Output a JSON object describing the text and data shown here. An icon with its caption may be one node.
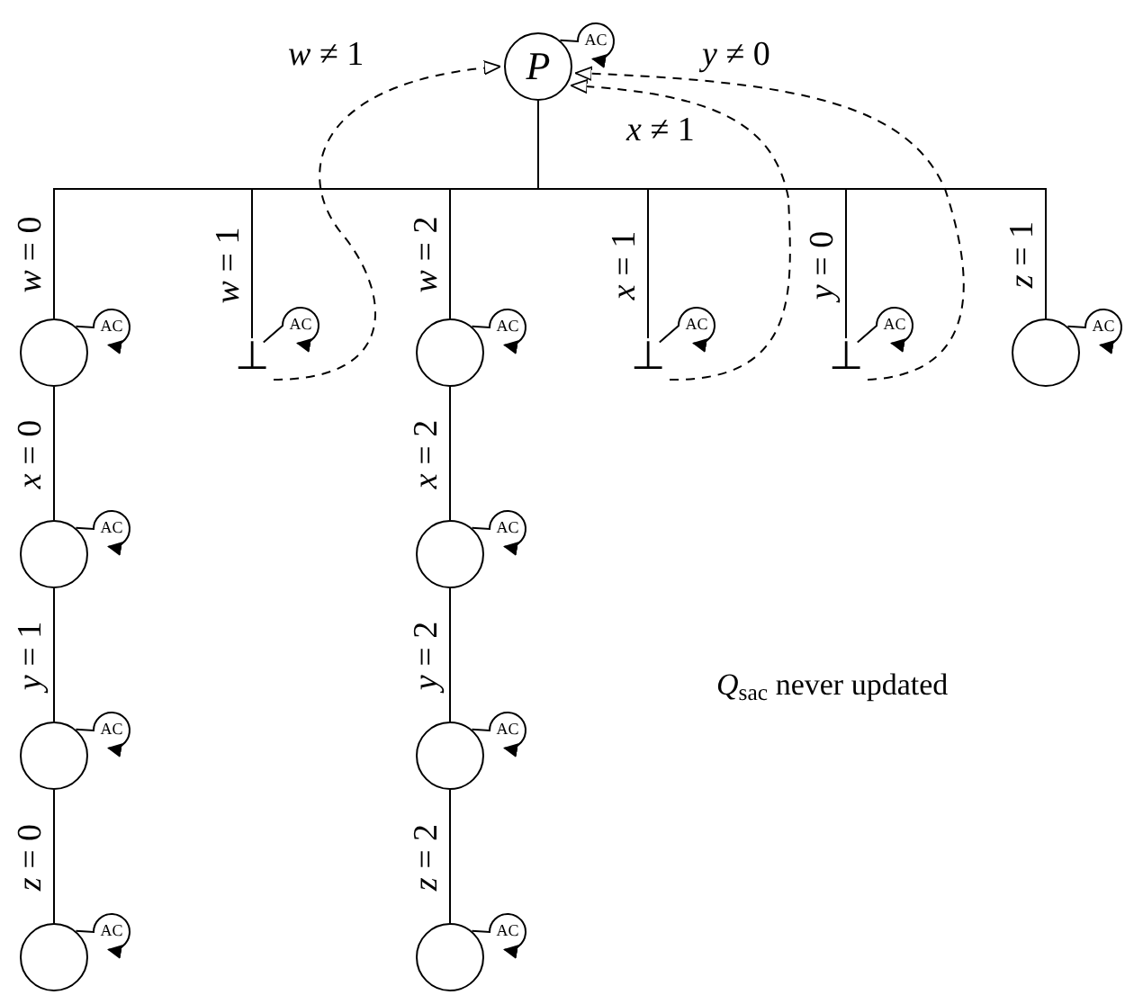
{
  "diagram": {
    "nodes": [
      {
        "text": [
          "*P*"
        ]
      },
      {
        "text": [],
        "shape": "circle"
      },
      {
        "text": [
          "⊥"
        ]
      },
      {
        "text": [],
        "shape": "circle"
      },
      {
        "text": [
          "⊥"
        ]
      },
      {
        "text": [
          "⊥"
        ]
      },
      {
        "text": [],
        "shape": "circle"
      },
      {
        "text": [],
        "shape": "circle"
      },
      {
        "text": [],
        "shape": "circle"
      },
      {
        "text": [],
        "shape": "circle"
      },
      {
        "text": [],
        "shape": "circle"
      },
      {
        "text": [],
        "shape": "circle"
      },
      {
        "text": [],
        "shape": "circle"
      }
    ],
    "edges": [
      {
        "from": 0,
        "to": 1,
        "arrow": "none",
        "label": "*w* = 0"
      },
      {
        "from": 0,
        "to": 2,
        "arrow": "none",
        "label": "*w* = 1"
      },
      {
        "from": 0,
        "to": 3,
        "arrow": "none",
        "label": "*w* = 2"
      },
      {
        "from": 0,
        "to": 4,
        "arrow": "none",
        "label": "*x* = 1"
      },
      {
        "from": 0,
        "to": 5,
        "arrow": "none",
        "label": "*y* = 0"
      },
      {
        "from": 0,
        "to": 6,
        "arrow": "none",
        "label": "*z* = 1"
      },
      {
        "from": 1,
        "to": 7,
        "arrow": "none",
        "label": "*x* = 0"
      },
      {
        "from": 7,
        "to": 8,
        "arrow": "none",
        "label": "*y* = 1"
      },
      {
        "from": 8,
        "to": 9,
        "arrow": "none",
        "label": "*z* = 0"
      },
      {
        "from": 3,
        "to": 10,
        "arrow": "none",
        "label": "*x* = 2"
      },
      {
        "from": 10,
        "to": 11,
        "arrow": "none",
        "label": "*y* = 2"
      },
      {
        "from": 11,
        "to": 12,
        "arrow": "none",
        "label": "*z* = 2"
      },
      {
        "from": 2,
        "to": 0,
        "arrow": "to",
        "style": "dashed",
        "label": "*w* ≠ 1"
      },
      {
        "from": 4,
        "to": 0,
        "arrow": "to",
        "style": "dashed",
        "label": "*x* ≠ 1"
      },
      {
        "from": 5,
        "to": 0,
        "arrow": "to",
        "style": "dashed",
        "label": "*y* ≠ 0"
      },
      {
        "from": 0,
        "to": 0,
        "arrow": "to",
        "label": "AC"
      },
      {
        "from": 1,
        "to": 1,
        "arrow": "to",
        "label": "AC"
      },
      {
        "from": 2,
        "to": 2,
        "arrow": "to",
        "label": "AC"
      },
      {
        "from": 3,
        "to": 3,
        "arrow": "to",
        "label": "AC"
      },
      {
        "from": 4,
        "to": 4,
        "arrow": "to",
        "label": "AC"
      },
      {
        "from": 5,
        "to": 5,
        "arrow": "to",
        "label": "AC"
      },
      {
        "from": 6,
        "to": 6,
        "arrow": "to",
        "label": "AC"
      },
      {
        "from": 7,
        "to": 7,
        "arrow": "to",
        "label": "AC"
      },
      {
        "from": 8,
        "to": 8,
        "arrow": "to",
        "label": "AC"
      },
      {
        "from": 9,
        "to": 9,
        "arrow": "to",
        "label": "AC"
      },
      {
        "from": 10,
        "to": 10,
        "arrow": "to",
        "label": "AC"
      },
      {
        "from": 11,
        "to": 11,
        "arrow": "to",
        "label": "AC"
      },
      {
        "from": 12,
        "to": 12,
        "arrow": "to",
        "label": "AC"
      }
    ],
    "labels": [
      "*Q*$_{sac}$ never updated"
    ]
  }
}
